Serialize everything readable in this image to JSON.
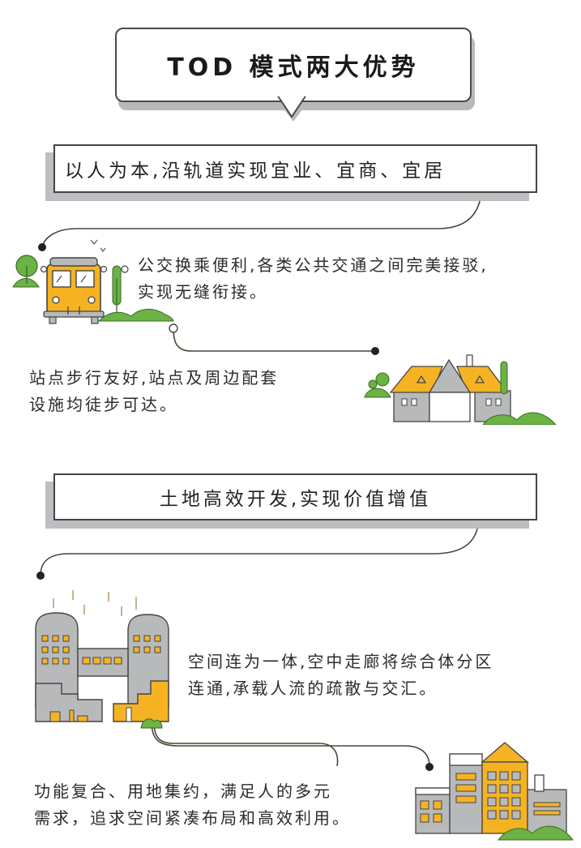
{
  "title": "TOD 模式两大优势",
  "sections": [
    {
      "heading": "以人为本,沿轨道实现宜业、宜商、宜居",
      "points": [
        {
          "lines": [
            "公交换乘便利,各类公共交通之间完美接驳,",
            "实现无缝衔接。"
          ],
          "illustration": "bus-icon"
        },
        {
          "lines": [
            "站点步行友好,站点及周边配套",
            "设施均徒步可达。"
          ],
          "illustration": "house-icon"
        }
      ]
    },
    {
      "heading": "土地高效开发,实现价值增值",
      "points": [
        {
          "lines": [
            "空间连为一体,空中走廊将综合体分区",
            "连通,承载人流的疏散与交汇。"
          ],
          "illustration": "skybridge-buildings-icon"
        },
        {
          "lines": [
            "功能复合、用地集约，满足人的多元",
            "需求，追求空间紧凑布局和高效利用。"
          ],
          "illustration": "city-buildings-icon"
        }
      ]
    }
  ],
  "colors": {
    "accent_yellow": "#f5b324",
    "building_gray": "#b8b9bb",
    "tree_green": "#6bb344",
    "line": "#4a4636",
    "shadow": "#bdbdc2"
  }
}
